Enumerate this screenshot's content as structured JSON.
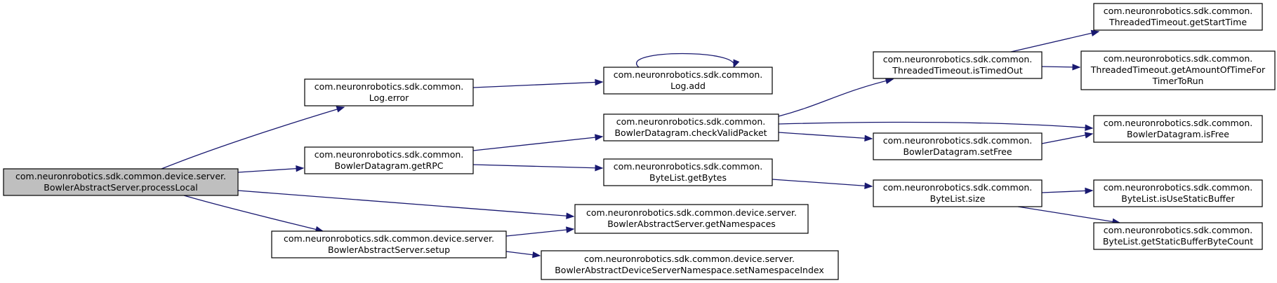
{
  "colors": {
    "edge": "#191970",
    "root_fill": "#bfbfbf",
    "node_fill": "#ffffff",
    "node_border": "#000000"
  },
  "nodes": {
    "processLocal": {
      "line1": "com.neuronrobotics.sdk.common.device.server.",
      "line2": "BowlerAbstractServer.processLocal"
    },
    "logError": {
      "line1": "com.neuronrobotics.sdk.common.",
      "line2": "Log.error"
    },
    "logAdd": {
      "line1": "com.neuronrobotics.sdk.common.",
      "line2": "Log.add"
    },
    "getRPC": {
      "line1": "com.neuronrobotics.sdk.common.",
      "line2": "BowlerDatagram.getRPC"
    },
    "checkValidPacket": {
      "line1": "com.neuronrobotics.sdk.common.",
      "line2": "BowlerDatagram.checkValidPacket"
    },
    "getBytes": {
      "line1": "com.neuronrobotics.sdk.common.",
      "line2": "ByteList.getBytes"
    },
    "isTimedOut": {
      "line1": "com.neuronrobotics.sdk.common.",
      "line2": "ThreadedTimeout.isTimedOut"
    },
    "getStartTime": {
      "line1": "com.neuronrobotics.sdk.common.",
      "line2": "ThreadedTimeout.getStartTime"
    },
    "getAmountOfTime": {
      "line1": "com.neuronrobotics.sdk.common.",
      "line2": "ThreadedTimeout.getAmountOfTimeFor",
      "line3": "TimerToRun"
    },
    "isFree": {
      "line1": "com.neuronrobotics.sdk.common.",
      "line2": "BowlerDatagram.isFree"
    },
    "setFree": {
      "line1": "com.neuronrobotics.sdk.common.",
      "line2": "BowlerDatagram.setFree"
    },
    "size": {
      "line1": "com.neuronrobotics.sdk.common.",
      "line2": "ByteList.size"
    },
    "isUseStaticBuffer": {
      "line1": "com.neuronrobotics.sdk.common.",
      "line2": "ByteList.isUseStaticBuffer"
    },
    "getStaticBufferByteCount": {
      "line1": "com.neuronrobotics.sdk.common.",
      "line2": "ByteList.getStaticBufferByteCount"
    },
    "getNamespaces": {
      "line1": "com.neuronrobotics.sdk.common.device.server.",
      "line2": "BowlerAbstractServer.getNamespaces"
    },
    "setup": {
      "line1": "com.neuronrobotics.sdk.common.device.server.",
      "line2": "BowlerAbstractServer.setup"
    },
    "setNamespaceIndex": {
      "line1": "com.neuronrobotics.sdk.common.device.server.",
      "line2": "BowlerAbstractDeviceServerNamespace.setNamespaceIndex"
    }
  },
  "edges": [
    {
      "from": "processLocal",
      "to": "logError"
    },
    {
      "from": "processLocal",
      "to": "getRPC"
    },
    {
      "from": "processLocal",
      "to": "getNamespaces"
    },
    {
      "from": "processLocal",
      "to": "setup"
    },
    {
      "from": "logError",
      "to": "logAdd"
    },
    {
      "from": "logAdd",
      "to": "logAdd"
    },
    {
      "from": "getRPC",
      "to": "checkValidPacket"
    },
    {
      "from": "getRPC",
      "to": "getBytes"
    },
    {
      "from": "checkValidPacket",
      "to": "isTimedOut"
    },
    {
      "from": "checkValidPacket",
      "to": "isFree"
    },
    {
      "from": "checkValidPacket",
      "to": "setFree"
    },
    {
      "from": "isTimedOut",
      "to": "getStartTime"
    },
    {
      "from": "isTimedOut",
      "to": "getAmountOfTime"
    },
    {
      "from": "setFree",
      "to": "isFree"
    },
    {
      "from": "getBytes",
      "to": "size"
    },
    {
      "from": "size",
      "to": "isUseStaticBuffer"
    },
    {
      "from": "size",
      "to": "getStaticBufferByteCount"
    },
    {
      "from": "setup",
      "to": "getNamespaces"
    },
    {
      "from": "setup",
      "to": "setNamespaceIndex"
    }
  ]
}
